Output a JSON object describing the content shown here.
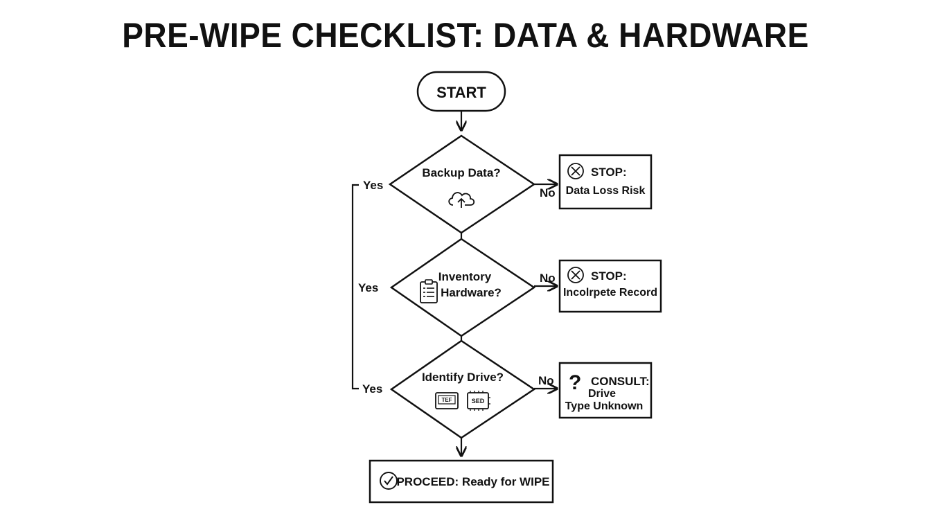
{
  "title": "PRE-WIPE CHECKLIST: DATA & HARDWARE",
  "start": {
    "label": "START"
  },
  "decisions": [
    {
      "lines": [
        "Backup Data?"
      ],
      "icon": "cloud-upload-icon"
    },
    {
      "lines": [
        "Inventory",
        "Hardware?"
      ],
      "icon": "clipboard-checklist-icon"
    },
    {
      "lines": [
        "Identify Drive?"
      ],
      "icon": "drive-type-icons",
      "chips": [
        "TEF",
        "SED"
      ]
    }
  ],
  "outcomes": [
    {
      "heading": "STOP:",
      "detail": [
        "Data Loss Risk"
      ],
      "icon": "circle-x-icon"
    },
    {
      "heading": "STOP:",
      "detail": [
        "Incolrpete Record"
      ],
      "icon": "circle-x-icon"
    },
    {
      "heading": "CONSULT:",
      "detail": [
        "Drive",
        "Type Unknown"
      ],
      "icon": "question-mark-icon",
      "glyph": "?"
    }
  ],
  "branch_labels": {
    "yes": "Yes",
    "no": "No"
  },
  "proceed": {
    "label": "PROCEED: Ready for WIPE",
    "icon": "check-circle-icon"
  }
}
